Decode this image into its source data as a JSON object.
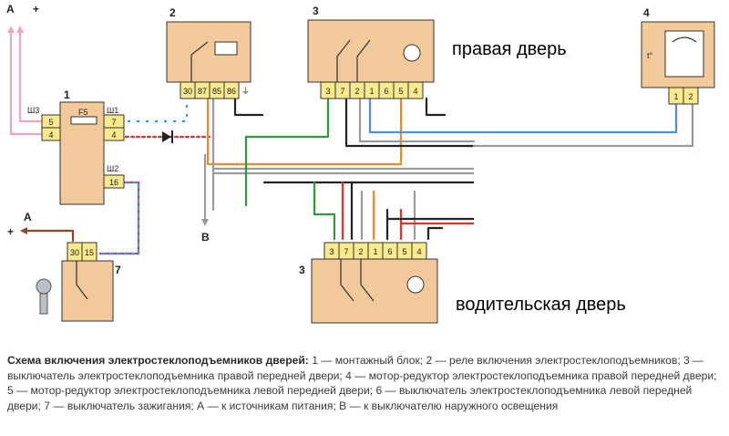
{
  "labels": {
    "source_a": "А",
    "plus": "+",
    "unit1": "1",
    "unit2": "2",
    "unit3": "3",
    "unit4": "4",
    "unit7": "7",
    "output_b": "В",
    "right_door": "правая дверь",
    "driver_door": "водительская дверь"
  },
  "block1": {
    "conn1": "Ш3",
    "conn2": "Ш1",
    "conn3": "Ш2",
    "fuse": "F5",
    "left_pins": [
      "5",
      "4"
    ],
    "right_pins": [
      "7",
      "4"
    ],
    "bottom_pin": "16"
  },
  "relay": {
    "pins": [
      "30",
      "87",
      "85",
      "86"
    ]
  },
  "switch_right": {
    "pins": [
      "3",
      "7",
      "2",
      "1",
      "6",
      "5",
      "4"
    ]
  },
  "switch_driver": {
    "pins": [
      "3",
      "7",
      "2",
      "1",
      "6",
      "5",
      "4"
    ]
  },
  "motor": {
    "pins": [
      "1",
      "2"
    ],
    "thermal": "t°"
  },
  "ignition": {
    "pins": [
      "30",
      "15"
    ]
  },
  "caption": {
    "title": "Схема включения электростеклоподъемников дверей:",
    "body": " 1 — монтажный блок; 2 — реле включения электростеклоподъемников; 3 — выключатель электростеклоподъемника правой передней двери; 4 — мотор-редуктор электростеклоподъемника правой передней двери; 5 — мотор-редуктор электростеклоподъемника левой передней двери; 6 — выключатель электростеклоподъемника левой передней двери; 7 — выключатель зажигания; А — к источникам питания; В — к выключателю наружного освещения"
  },
  "colors": {
    "pink": "#f2a3c4",
    "blue": "#4f8fd8",
    "red": "#d8382c",
    "orange": "#f08a24",
    "green": "#2f9a3c",
    "brown": "#8a4a2a",
    "gray": "#9a9a9a",
    "black": "#222222",
    "block": "#f2c99a",
    "connector": "#f7e98c"
  }
}
